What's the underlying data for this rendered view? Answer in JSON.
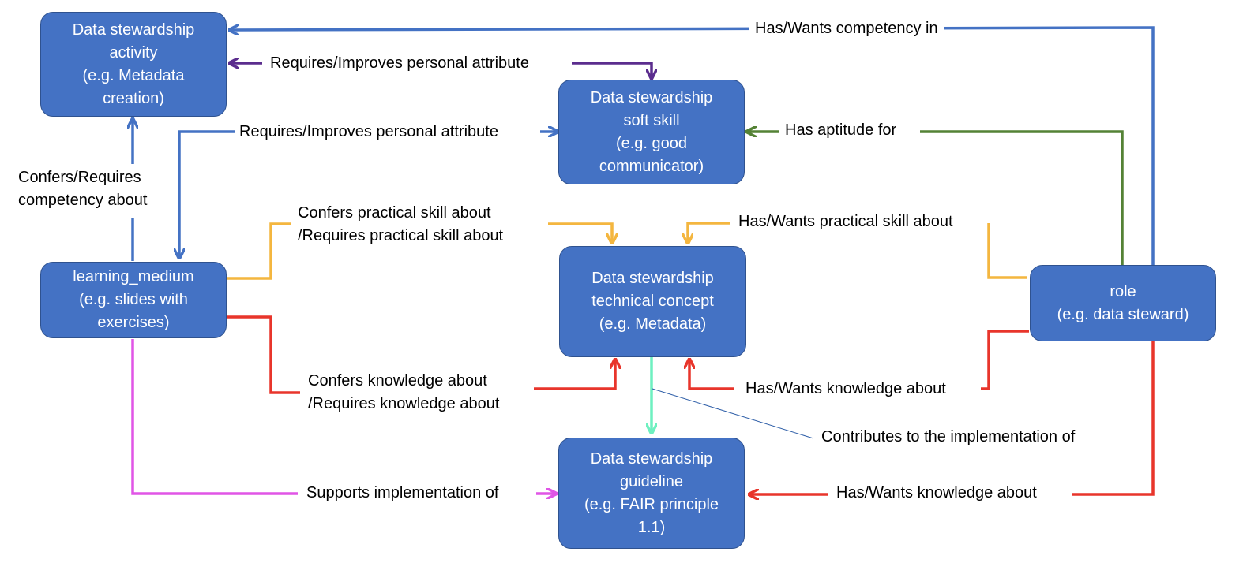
{
  "colors": {
    "node_fill": "#4472c4",
    "blue": "#4472c4",
    "purple": "#5b2d8e",
    "green": "#548235",
    "yellow": "#f4b63f",
    "red": "#e8352b",
    "magenta": "#e055e6",
    "mint": "#6ef0c0",
    "thin_blue": "#2f5fa8"
  },
  "nodes": {
    "activity": [
      "Data stewardship",
      "activity",
      "(e.g. Metadata",
      "creation)"
    ],
    "soft_skill": [
      "Data stewardship",
      "soft skill",
      "(e.g. good",
      "communicator)"
    ],
    "learning_medium": [
      "learning_medium",
      "(e.g. slides with",
      "exercises)"
    ],
    "technical_concept": [
      "Data stewardship",
      "technical concept",
      "(e.g. Metadata)"
    ],
    "role": [
      "role",
      "(e.g. data steward)"
    ],
    "guideline": [
      "Data stewardship",
      "guideline",
      "(e.g. FAIR principle",
      "1.1)"
    ]
  },
  "edges": {
    "role_activity": "Has/Wants competency in",
    "activity_softskill": "Requires/Improves personal attribute",
    "medium_softskill": "Requires/Improves personal attribute",
    "role_softskill": "Has aptitude for",
    "medium_activity": [
      "Confers/Requires",
      "competency about"
    ],
    "medium_concept_practical": [
      "Confers practical skill about",
      "/Requires practical skill about"
    ],
    "role_concept_practical": "Has/Wants practical skill about",
    "medium_concept_knowledge": [
      "Confers knowledge about",
      "/Requires knowledge about"
    ],
    "role_concept_knowledge": "Has/Wants knowledge about",
    "concept_guideline": "Contributes to the implementation of",
    "medium_guideline": "Supports implementation of",
    "role_guideline": "Has/Wants knowledge about"
  }
}
